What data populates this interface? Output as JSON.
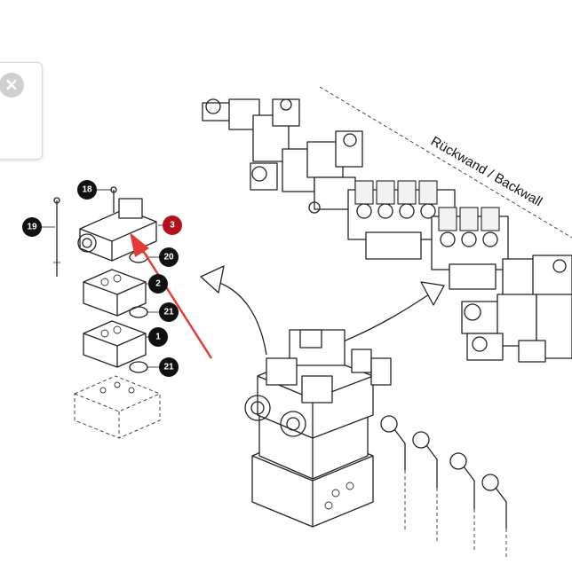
{
  "overlay": {
    "close_glyph": "×",
    "close_icon": "close-icon"
  },
  "diagram": {
    "wall_label": "Rückwand / Backwall",
    "callouts": [
      {
        "id": "callout-19",
        "label": "19",
        "color": "#111111"
      },
      {
        "id": "callout-18",
        "label": "18",
        "color": "#111111"
      },
      {
        "id": "callout-3",
        "label": "3",
        "color": "#b3121b"
      },
      {
        "id": "callout-20",
        "label": "20",
        "color": "#111111"
      },
      {
        "id": "callout-2",
        "label": "2",
        "color": "#111111"
      },
      {
        "id": "callout-21a",
        "label": "21",
        "color": "#111111"
      },
      {
        "id": "callout-1",
        "label": "1",
        "color": "#111111"
      },
      {
        "id": "callout-21b",
        "label": "21",
        "color": "#111111"
      }
    ],
    "annotation_arrow_color": "#e53935"
  }
}
